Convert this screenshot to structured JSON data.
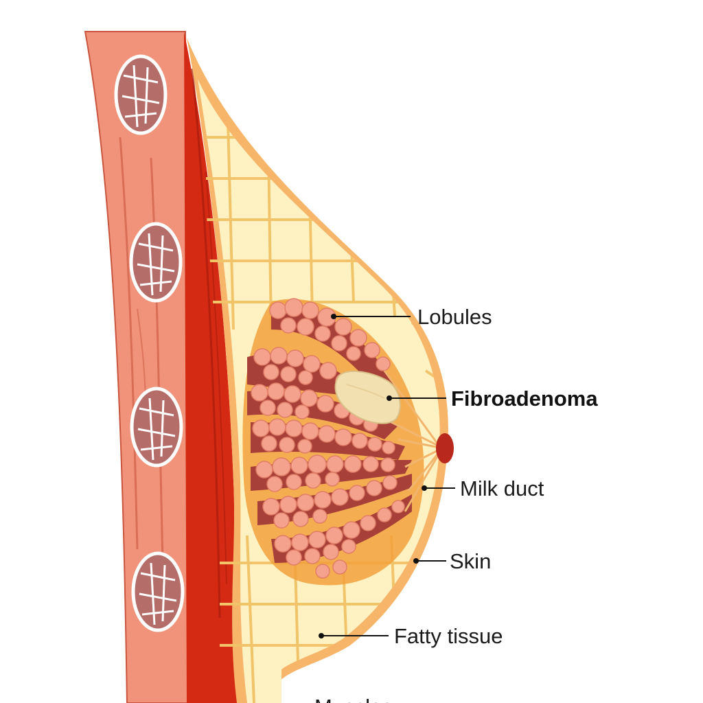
{
  "labels": {
    "lobules": "Lobules",
    "fibroadenoma": "Fibroadenoma",
    "milk_duct": "Milk duct",
    "skin": "Skin",
    "fatty_tissue": "Fatty tissue",
    "muscles": "Muscles"
  },
  "colors": {
    "chest_wall": "#f0937a",
    "muscle": "#d42a14",
    "fat": "#fff2c2",
    "fat_lines": "#f2c46a",
    "skin": "#f7b56a",
    "lobule": "#f4a28e",
    "lobule_dark": "#a8403a",
    "fibroadenoma": "#f3e0b0",
    "nipple": "#b8281c",
    "rib": "#b46d68"
  }
}
